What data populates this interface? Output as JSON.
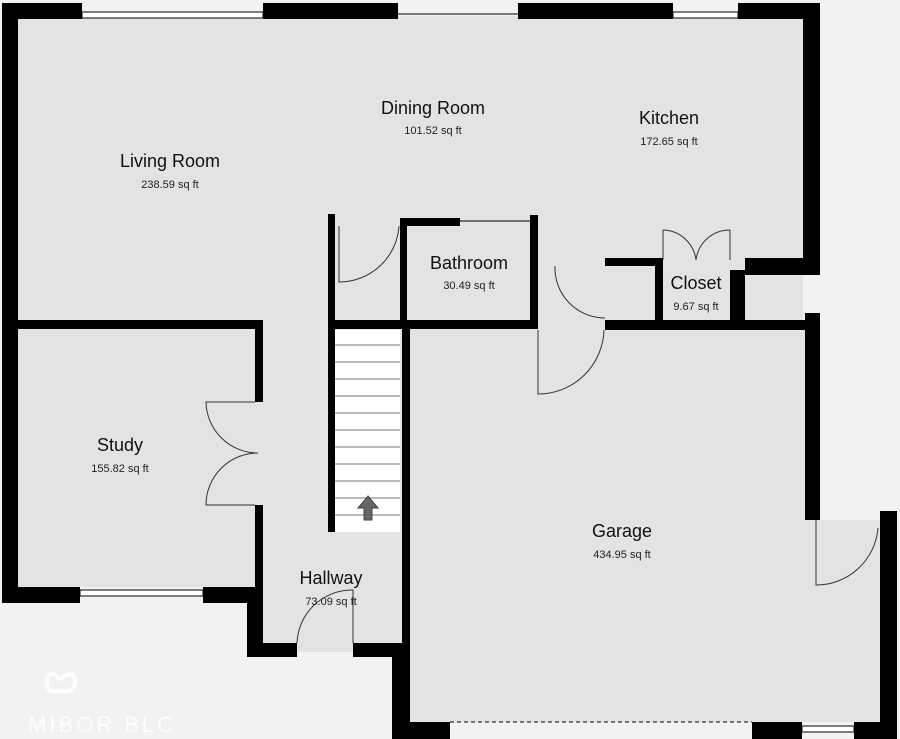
{
  "plan": {
    "rooms": [
      {
        "id": "living",
        "name": "Living Room",
        "area": "238.59 sq ft"
      },
      {
        "id": "dining",
        "name": "Dining Room",
        "area": "101.52 sq ft"
      },
      {
        "id": "kitchen",
        "name": "Kitchen",
        "area": "172.65 sq ft"
      },
      {
        "id": "bathroom",
        "name": "Bathroom",
        "area": "30.49 sq ft"
      },
      {
        "id": "closet",
        "name": "Closet",
        "area": "9.67 sq ft"
      },
      {
        "id": "study",
        "name": "Study",
        "area": "155.82 sq ft"
      },
      {
        "id": "garage",
        "name": "Garage",
        "area": "434.95 sq ft"
      },
      {
        "id": "hallway",
        "name": "Hallway",
        "area": "73.09 sq ft"
      }
    ],
    "watermark": "MIBOR BLC",
    "colors": {
      "floor": "#e3e3e3",
      "wall": "#000000",
      "background": "#f2f2f2",
      "stair": "#ffffff",
      "arrow": "#666666"
    }
  }
}
